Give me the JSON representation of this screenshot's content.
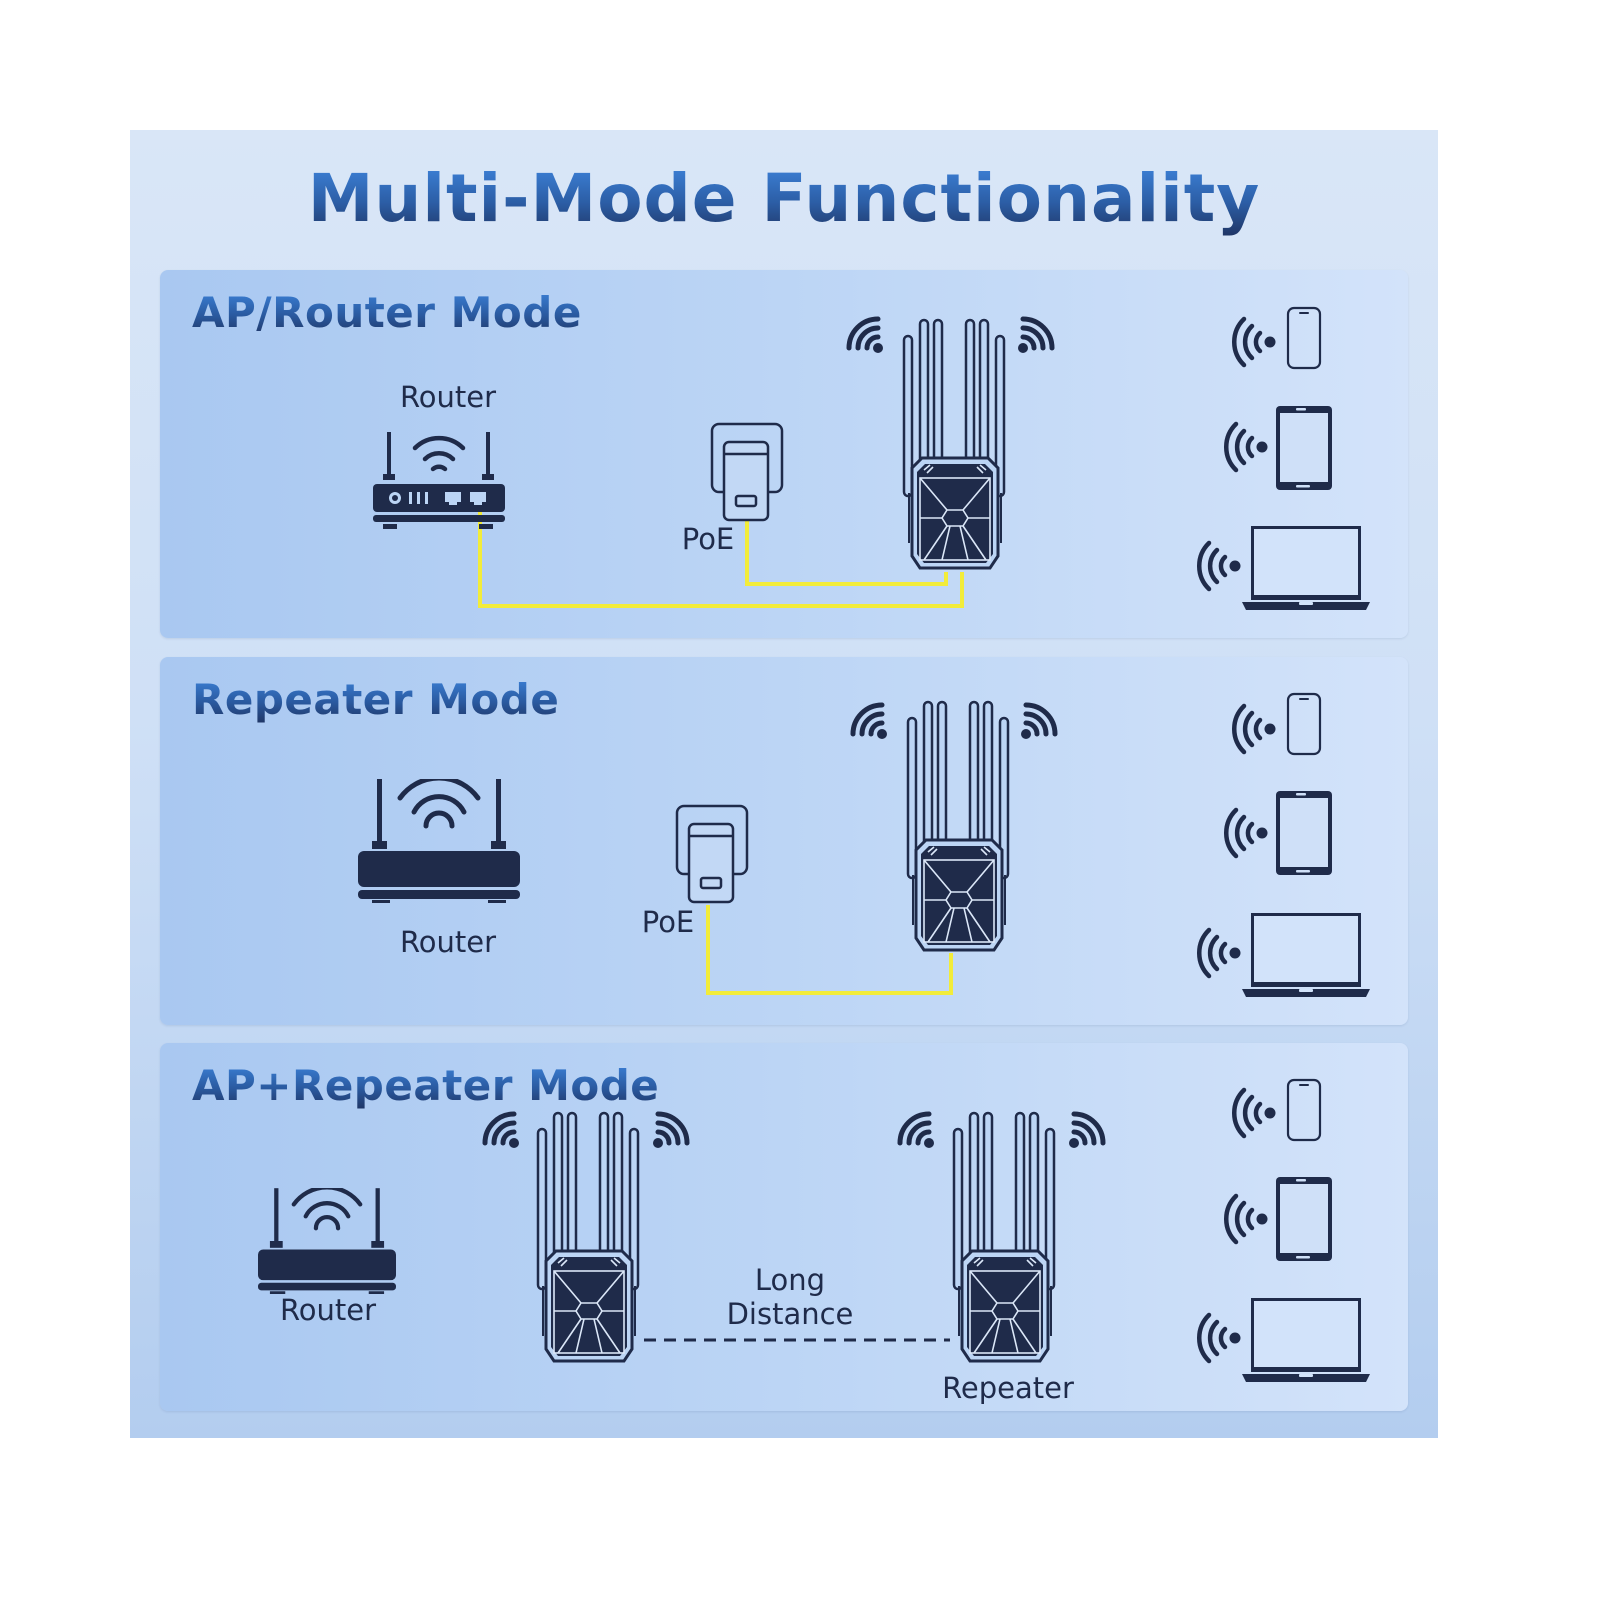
{
  "title": "Multi-Mode Functionality",
  "colors": {
    "title_gradient_top": "#3f86de",
    "title_gradient_bottom": "#1f3463",
    "icon_ink": "#1f2b4a",
    "cable": "#f2ec3a",
    "panel_bg": "#bcd5f5",
    "outer_bg": "#d9e6f7"
  },
  "modes": [
    {
      "title": "AP/Router Mode",
      "router_label": "Router",
      "poe_label": "PoE",
      "connection": "wired-yellow-cable",
      "devices": [
        "smartphone",
        "tablet",
        "laptop"
      ]
    },
    {
      "title": "Repeater Mode",
      "router_label": "Router",
      "poe_label": "PoE",
      "connection": "wired-yellow-cable-poe-only",
      "devices": [
        "smartphone",
        "tablet",
        "laptop"
      ]
    },
    {
      "title": "AP+Repeater Mode",
      "router_label": "Router",
      "link_label_line1": "Long",
      "link_label_line2": "Distance",
      "repeater_label": "Repeater",
      "connection": "wireless-dashed",
      "devices": [
        "smartphone",
        "tablet",
        "laptop"
      ]
    }
  ]
}
